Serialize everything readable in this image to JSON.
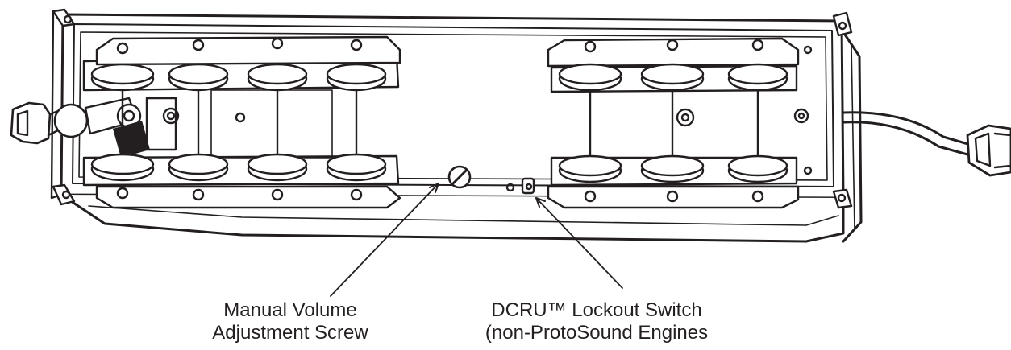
{
  "callouts": {
    "volume_screw": {
      "line1": "Manual Volume",
      "line2": "Adjustment Screw"
    },
    "lockout_switch": {
      "line1": "DCRU™ Lockout Switch",
      "line2": "(non-ProtoSound Engines"
    }
  },
  "colors": {
    "ink": "#231f20",
    "paper": "#ffffff",
    "shade": "#e6e6e6"
  }
}
